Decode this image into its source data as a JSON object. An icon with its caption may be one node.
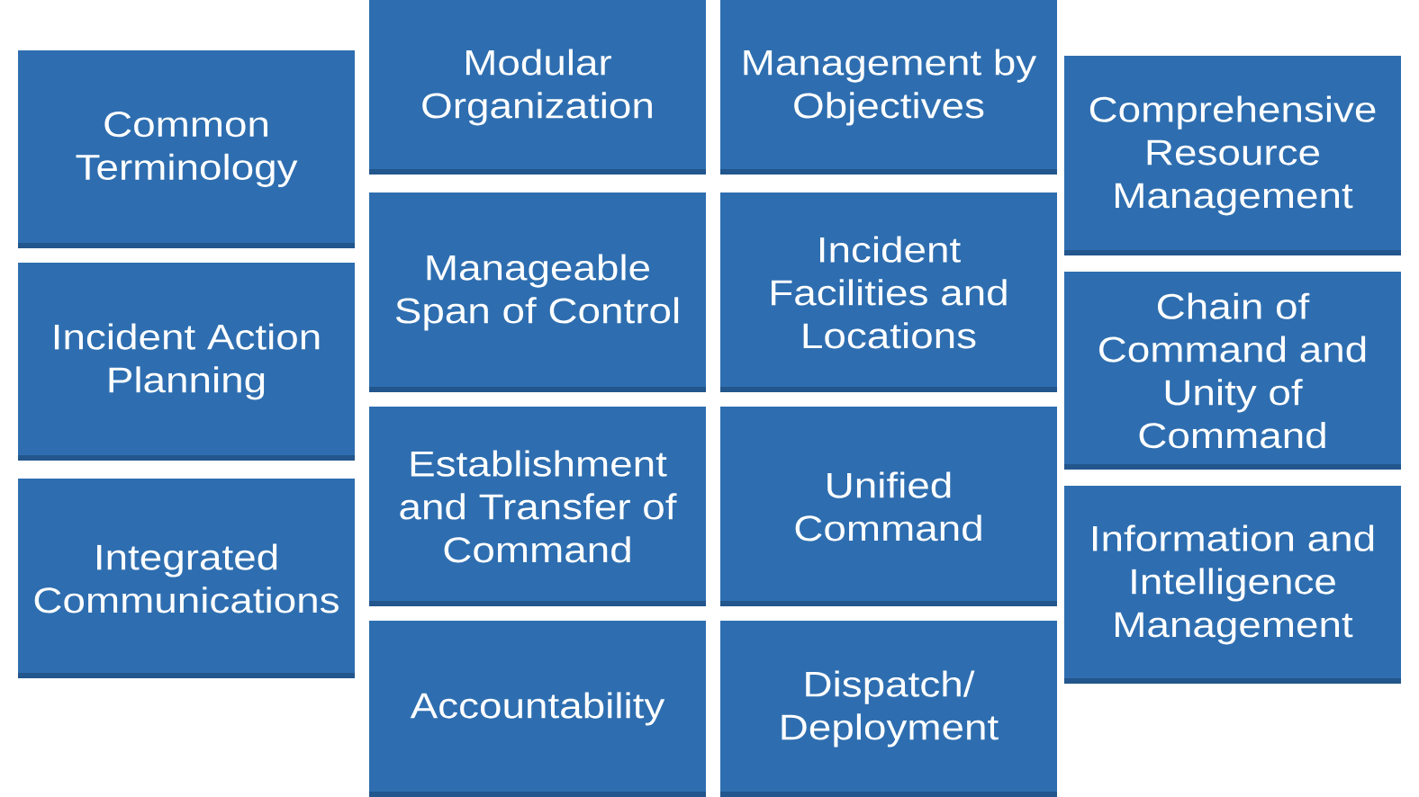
{
  "diagram": {
    "nodes": [
      {
        "text": [
          "Common Terminology"
        ]
      },
      {
        "text": [
          "Modular Organization"
        ]
      },
      {
        "text": [
          "Management by Objectives"
        ]
      },
      {
        "text": [
          "Incident Action Planning"
        ]
      },
      {
        "text": [
          "Manageable Span of Control"
        ]
      },
      {
        "text": [
          "Incident Facilities and Locations"
        ]
      },
      {
        "text": [
          "Comprehensive Resource Management"
        ]
      },
      {
        "text": [
          "Integrated Communications"
        ]
      },
      {
        "text": [
          "Establishment and Transfer of Command"
        ]
      },
      {
        "text": [
          "Chain of Command and Unity of Command"
        ]
      },
      {
        "text": [
          "Unified Command"
        ]
      },
      {
        "text": [
          "Accountability"
        ]
      },
      {
        "text": [
          "Dispatch/ Deployment"
        ]
      },
      {
        "text": [
          "Information and Intelligence Management"
        ]
      }
    ]
  }
}
